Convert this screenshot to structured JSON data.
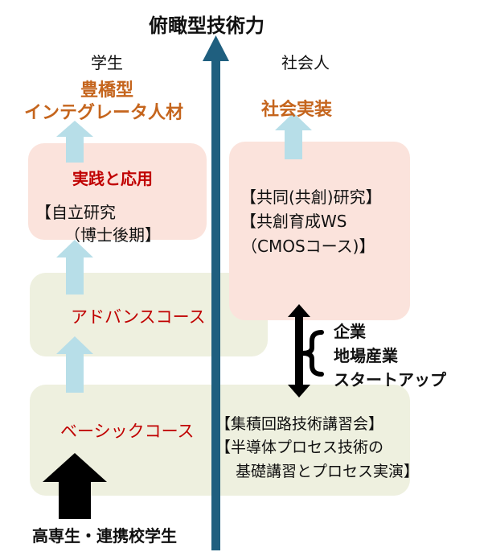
{
  "title": "俯瞰型技術力",
  "columns": {
    "student": "学生",
    "professional": "社会人"
  },
  "student": {
    "goal_line1": "豊橋型",
    "goal_line2": "インテグレータ人材",
    "practice_box": {
      "heading": "実践と応用",
      "line1": "【自立研究",
      "line2": "（博士後期】"
    },
    "advanced_course": "アドバンスコース",
    "basic_course": "ベーシックコース",
    "entry": "高専生・連携校学生"
  },
  "professional": {
    "goal": "社会実装",
    "box": {
      "line1": "【共同(共創)研究】",
      "line2": "【共創育成WS",
      "line3": "（CMOSコース)】"
    },
    "partners": [
      "企業",
      "地場産業",
      "スタートアップ"
    ],
    "basic_lectures": {
      "line1": "【集積回路技術講習会】",
      "line2": "【半導体プロセス技術の",
      "line3": "基礎講習とプロセス実演】"
    }
  },
  "colors": {
    "axis": "#1f5f7f",
    "light_arrow": "#b7dee8",
    "beige_box": "#eef0df",
    "pink_box": "#fbe3dc",
    "orange_text": "#c5651d",
    "red_text": "#c00000"
  }
}
